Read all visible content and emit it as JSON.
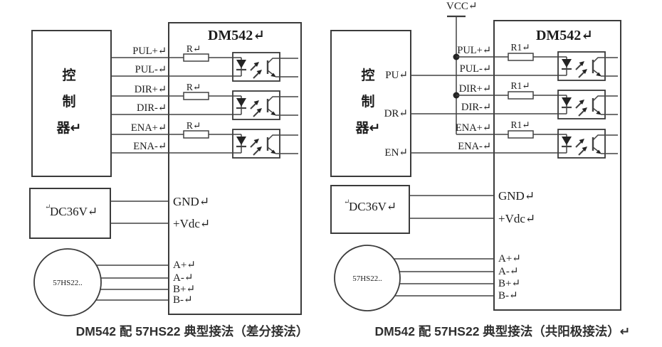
{
  "colors": {
    "background": "#ffffff",
    "line": "#424242",
    "text": "#1d1d1d",
    "caption": "#2f2f2f"
  },
  "left": {
    "title": "DM542↵",
    "controller_char1": "控",
    "controller_char2": "制",
    "controller_char3": "器↵",
    "pul_plus": "PUL+↵",
    "pul_minus": "PUL-↵",
    "dir_plus": "DIR+↵",
    "dir_minus": "DIR-↵",
    "ena_plus": "ENA+↵",
    "ena_minus": "ENA-↵",
    "r1": "R↵",
    "r2": "R↵",
    "r3": "R↵",
    "psu_return": "↵",
    "psu": "DC36V↵",
    "gnd": "GND↵",
    "vdc": "+Vdc↵",
    "motor": "57HS22..",
    "a_plus": "A+↵",
    "a_minus": "A-↵",
    "b_plus": "B+↵",
    "b_minus": "B-↵",
    "caption": "DM542 配 57HS22 典型接法（差分接法）"
  },
  "right": {
    "title": "DM542↵",
    "vcc": "VCC↵",
    "controller_char1": "控",
    "controller_char2": "制",
    "controller_char3": "器↵",
    "pu": "PU↵",
    "dr": "DR↵",
    "en": "EN↵",
    "pul_plus": "PUL+↵",
    "pul_minus": "PUL-↵",
    "dir_plus": "DIR+↵",
    "dir_minus": "DIR-↵",
    "ena_plus": "ENA+↵",
    "ena_minus": "ENA-↵",
    "r1": "R1↵",
    "r2": "R1↵",
    "r3": "R1↵",
    "psu_return": "↵",
    "psu": "DC36V↵",
    "gnd": "GND↵",
    "vdc": "+Vdc↵",
    "motor": "57HS22..",
    "a_plus": "A+↵",
    "a_minus": "A-↵",
    "b_plus": "B+↵",
    "b_minus": "B-↵",
    "caption": "DM542 配 57HS22 典型接法（共阳极接法）↵"
  }
}
